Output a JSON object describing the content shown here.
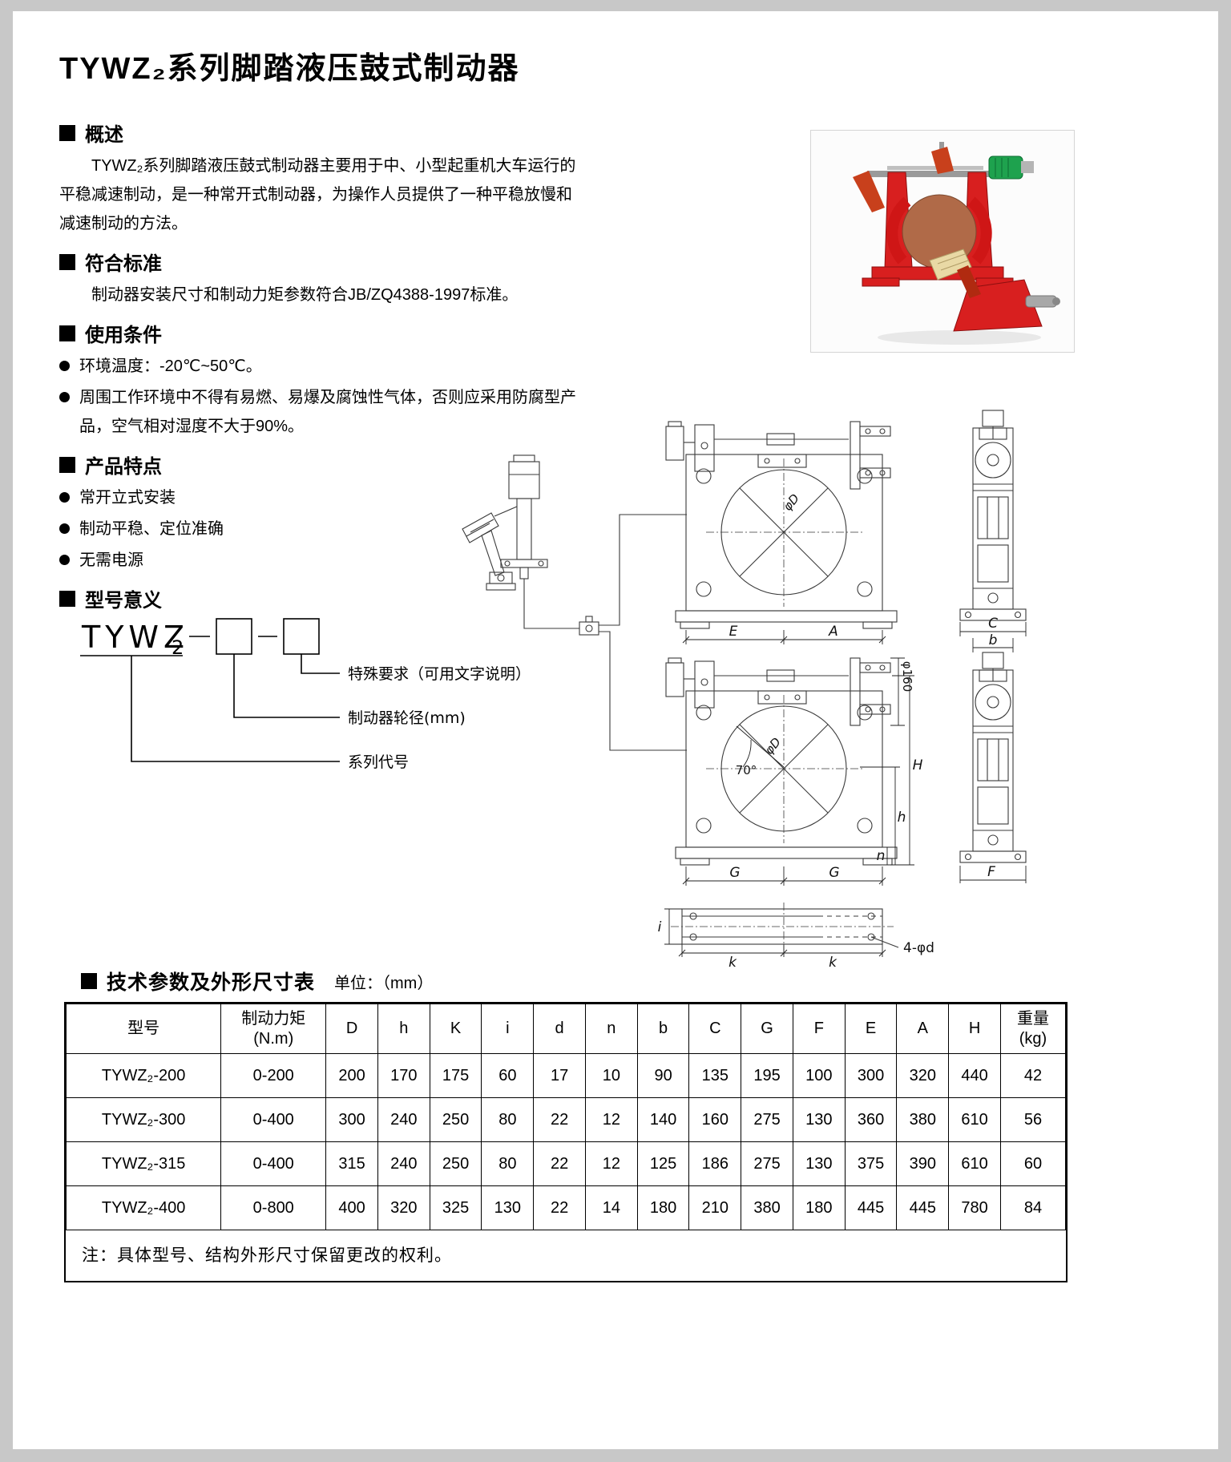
{
  "page": {
    "title": "TYWZ₂系列脚踏液压鼓式制动器"
  },
  "overview": {
    "heading": "概述",
    "body": "TYWZ₂系列脚踏液压鼓式制动器主要用于中、小型起重机大车运行的平稳减速制动，是一种常开式制动器，为操作人员提供了一种平稳放慢和减速制动的方法。"
  },
  "standards": {
    "heading": "符合标准",
    "body": "制动器安装尺寸和制动力矩参数符合JB/ZQ4388-1997标准。"
  },
  "conditions": {
    "heading": "使用条件",
    "items": [
      "环境温度：-20℃~50℃。",
      "周围工作环境中不得有易燃、易爆及腐蚀性气体，否则应采用防腐型产品，空气相对湿度不大于90%。"
    ]
  },
  "features": {
    "heading": "产品特点",
    "items": [
      "常开立式安装",
      "制动平稳、定位准确",
      "无需电源"
    ]
  },
  "model_code": {
    "heading": "型号意义",
    "series": "TYWZ",
    "sub": "2",
    "labels": {
      "special": "特殊要求（可用文字说明）",
      "diameter": "制动器轮径(mm)",
      "series_code": "系列代号"
    }
  },
  "drawing": {
    "labels": {
      "E": "E",
      "A": "A",
      "C": "C",
      "b": "b",
      "H": "H",
      "h": "h",
      "n": "n",
      "G1": "G",
      "G2": "G",
      "F": "F",
      "i": "i",
      "k1": "k",
      "k2": "k",
      "phi160": "φ160",
      "phiD": "φD",
      "phiD_top": "φD",
      "angle": "70°",
      "holes": "4-φd"
    }
  },
  "spec_table": {
    "heading": "技术参数及外形尺寸表",
    "unit": "单位：（mm）",
    "headers": [
      "型号",
      "制动力矩\n(N.m)",
      "D",
      "h",
      "K",
      "i",
      "d",
      "n",
      "b",
      "C",
      "G",
      "F",
      "E",
      "A",
      "H",
      "重量\n(kg)"
    ],
    "rows": [
      [
        "TYWZ₂-200",
        "0-200",
        "200",
        "170",
        "175",
        "60",
        "17",
        "10",
        "90",
        "135",
        "195",
        "100",
        "300",
        "320",
        "440",
        "42"
      ],
      [
        "TYWZ₂-300",
        "0-400",
        "300",
        "240",
        "250",
        "80",
        "22",
        "12",
        "140",
        "160",
        "275",
        "130",
        "360",
        "380",
        "610",
        "56"
      ],
      [
        "TYWZ₂-315",
        "0-400",
        "315",
        "240",
        "250",
        "80",
        "22",
        "12",
        "125",
        "186",
        "275",
        "130",
        "375",
        "390",
        "610",
        "60"
      ],
      [
        "TYWZ₂-400",
        "0-800",
        "400",
        "320",
        "325",
        "130",
        "22",
        "14",
        "180",
        "210",
        "380",
        "180",
        "445",
        "445",
        "780",
        "84"
      ]
    ],
    "note": "注：具体型号、结构外形尺寸保留更改的权利。"
  }
}
